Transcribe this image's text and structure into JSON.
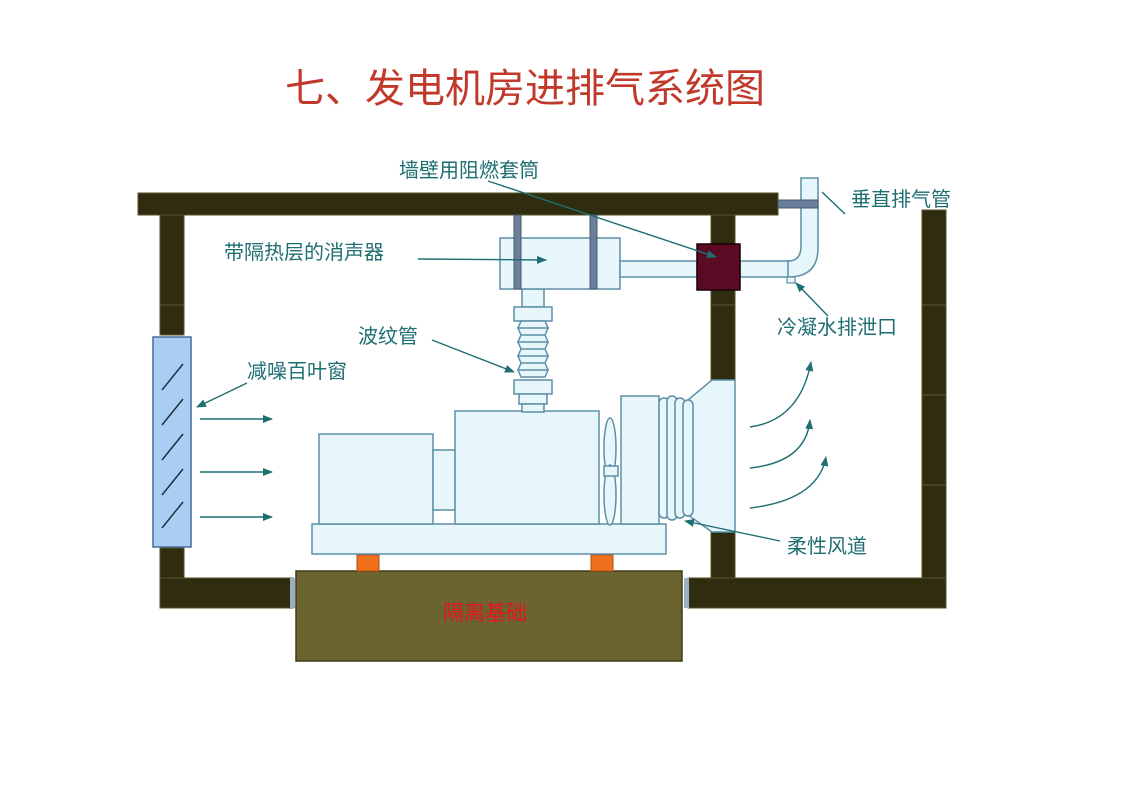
{
  "title": "七、发电机房进排气系统图",
  "labels": {
    "wall_sleeve": "墙壁用阻燃套筒",
    "vertical_exhaust": "垂直排气管",
    "muffler": "带隔热层的消声器",
    "bellows": "波纹管",
    "louver": "减噪百叶窗",
    "drain": "冷凝水排泄口",
    "duct": "柔性风道",
    "foundation": "隔离基础"
  },
  "colors": {
    "wall": "#2f2c10",
    "title": "#c0392b",
    "label": "#1e6e72",
    "equipment_fill": "#e6f6fb",
    "equipment_stroke": "#5d8fa6",
    "louver_fill": "#a9cdf3",
    "sleeve": "#5b0a24",
    "foundation": "#6b6430",
    "foundation_text": "#e8141b",
    "mount": "#f0701e",
    "pipe_band": "#6a7f99"
  }
}
